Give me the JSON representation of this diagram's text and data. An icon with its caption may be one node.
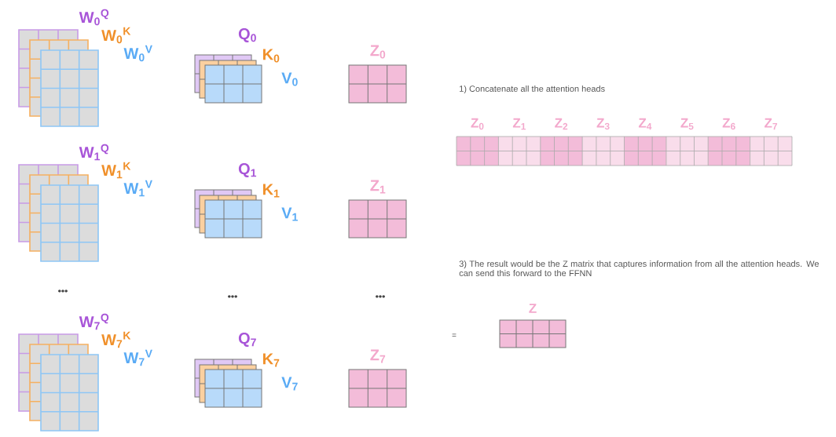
{
  "diagram": {
    "labels": [
      "W$_{0}$$^{Q}$",
      "W$_{0}$$^{K}$",
      "W$_{0}$$^{V}$",
      "Q$_{0}$",
      "K$_{0}$",
      "V$_{0}$",
      "Z$_{0}$",
      "1) Concatenate all the attention heads",
      "Z$_{0}$",
      "Z$_{1}$",
      "Z$_{2}$",
      "Z$_{3}$",
      "Z$_{4}$",
      "Z$_{5}$",
      "Z$_{6}$",
      "Z$_{7}$",
      "W$_{1}$$^{Q}$",
      "W$_{1}$$^{K}$",
      "W$_{1}$$^{V}$",
      "Q$_{1}$",
      "K$_{1}$",
      "V$_{1}$",
      "Z$_{1}$",
      "3) The result would be the Z matrix that captures information from all the attention heads. We can send this forward to the FFNN",
      "•••",
      "•••",
      "•••",
      "Z",
      "=",
      "W$_{7}$$^{Q}$",
      "W$_{7}$$^{K}$",
      "W$_{7}$$^{V}$",
      "Q$_{7}$",
      "K$_{7}$",
      "V$_{7}$",
      "Z$_{7}$"
    ]
  }
}
